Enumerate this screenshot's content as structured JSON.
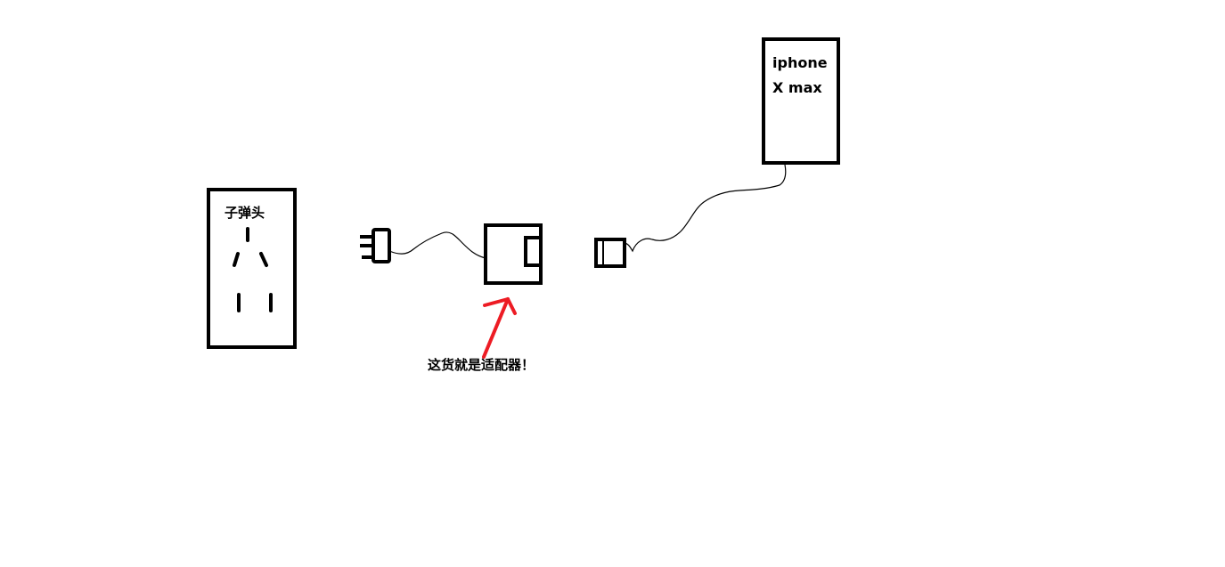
{
  "labels": {
    "socket": "子弹头",
    "phone_line1": "iphone",
    "phone_line2": "X max",
    "adapter_note": "这货就是适配器！"
  },
  "colors": {
    "stroke": "#000000",
    "arrow": "#ed1c24",
    "background": "#ffffff"
  }
}
